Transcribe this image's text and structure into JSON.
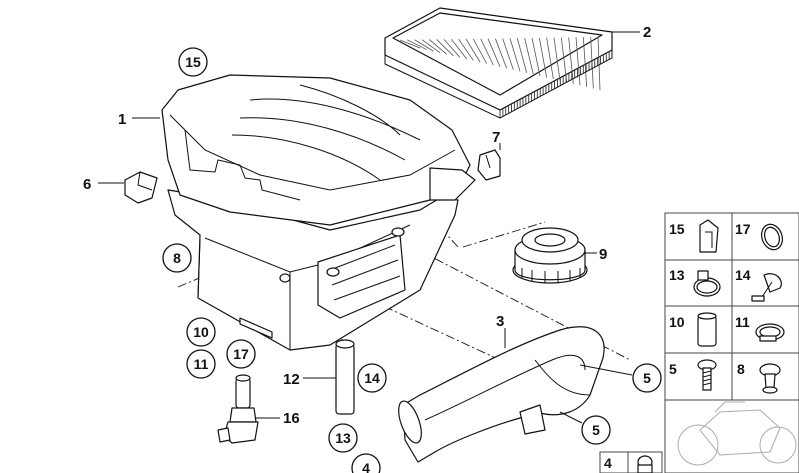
{
  "callouts_plain": [
    {
      "id": "c1",
      "text": "1"
    },
    {
      "id": "c2",
      "text": "2"
    },
    {
      "id": "c3",
      "text": "3"
    },
    {
      "id": "c6",
      "text": "6"
    },
    {
      "id": "c7",
      "text": "7"
    },
    {
      "id": "c9",
      "text": "9"
    },
    {
      "id": "c12",
      "text": "12"
    },
    {
      "id": "c16",
      "text": "16"
    }
  ],
  "callouts_circled": [
    {
      "id": "cc15",
      "text": "15"
    },
    {
      "id": "cc8",
      "text": "8"
    },
    {
      "id": "cc10",
      "text": "10"
    },
    {
      "id": "cc11",
      "text": "11"
    },
    {
      "id": "cc17",
      "text": "17"
    },
    {
      "id": "cc14",
      "text": "14"
    },
    {
      "id": "cc13",
      "text": "13"
    },
    {
      "id": "cc5a",
      "text": "5"
    },
    {
      "id": "cc5b",
      "text": "5"
    },
    {
      "id": "cc4",
      "text": "4"
    }
  ],
  "parts_panel": [
    {
      "id": "p15",
      "text": "15",
      "icon": "clip-icon"
    },
    {
      "id": "p17",
      "text": "17",
      "icon": "o-ring-icon"
    },
    {
      "id": "p13",
      "text": "13",
      "icon": "hose-clamp-icon"
    },
    {
      "id": "p14",
      "text": "14",
      "icon": "cable-holder-icon"
    },
    {
      "id": "p10",
      "text": "10",
      "icon": "sleeve-icon"
    },
    {
      "id": "p11",
      "text": "11",
      "icon": "clamp-icon"
    },
    {
      "id": "p5",
      "text": "5",
      "icon": "screw-icon"
    },
    {
      "id": "p8",
      "text": "8",
      "icon": "rubber-mount-icon"
    },
    {
      "id": "p4",
      "text": "4",
      "icon": "grommet-icon"
    }
  ]
}
